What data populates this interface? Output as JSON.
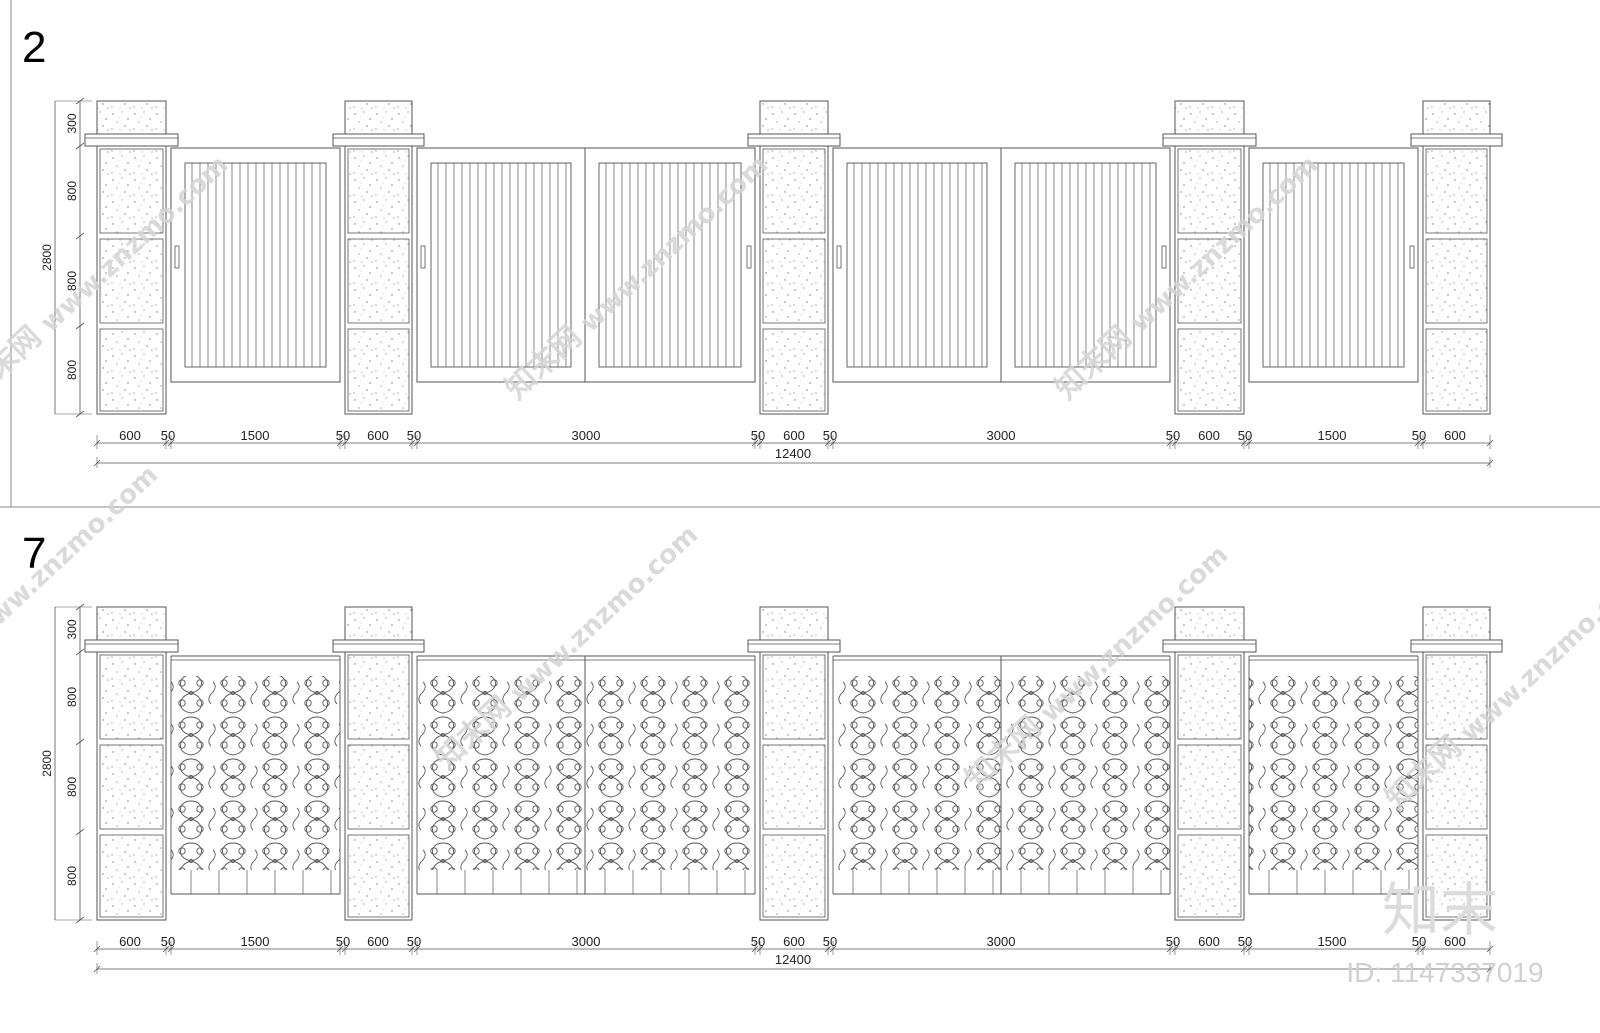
{
  "panels": [
    {
      "number": "2",
      "gate_style": "vertical-bars",
      "height_total": "2800",
      "height_segments": [
        "300",
        "800",
        "800",
        "800"
      ],
      "widths": [
        "600",
        "50",
        "1500",
        "50",
        "600",
        "50",
        "3000",
        "50",
        "600",
        "50",
        "3000",
        "50",
        "600",
        "50",
        "1500",
        "50",
        "600"
      ],
      "width_total": "12400"
    },
    {
      "number": "7",
      "gate_style": "ornamental-scroll",
      "height_total": "2800",
      "height_segments": [
        "300",
        "800",
        "800",
        "800"
      ],
      "widths": [
        "600",
        "50",
        "1500",
        "50",
        "600",
        "50",
        "3000",
        "50",
        "600",
        "50",
        "3000",
        "50",
        "600",
        "50",
        "1500",
        "50",
        "600"
      ],
      "width_total": "12400"
    }
  ],
  "watermarks": {
    "site": "www.znzmo.com",
    "brand_cn": "知末网",
    "brand_logo": "知末",
    "id_label": "ID: 1147337019"
  },
  "colors": {
    "line": "#555555",
    "speckle": "#777777",
    "watermark": "#d4d4d4"
  }
}
